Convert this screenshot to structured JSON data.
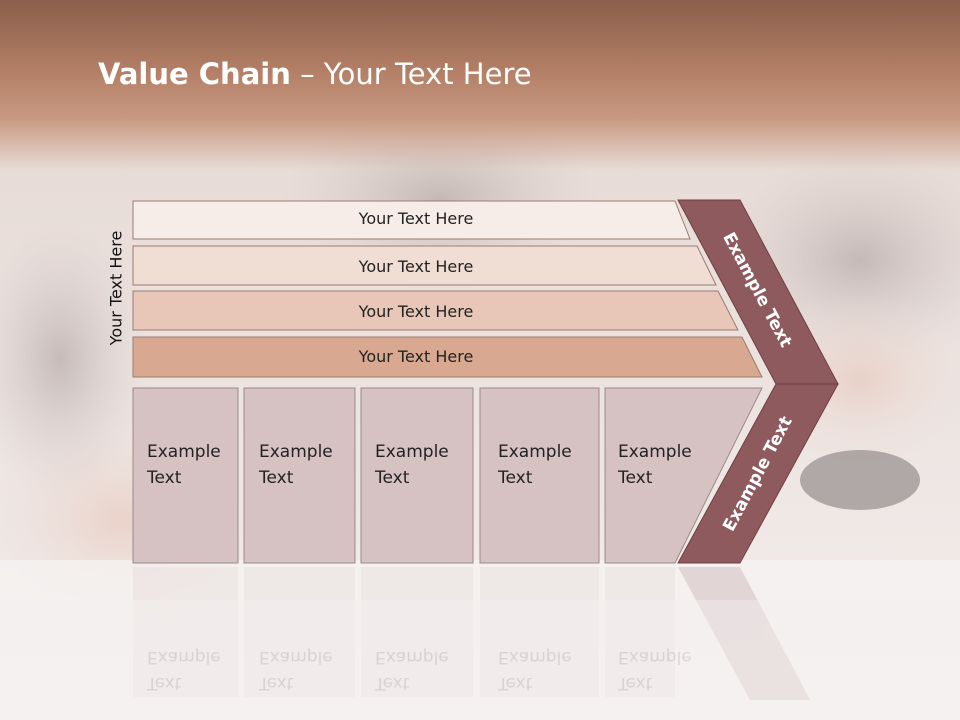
{
  "slide": {
    "title_bold": "Value Chain",
    "title_rest": " – Your Text Here",
    "vertical_label": "Your Text Here"
  },
  "bars": [
    {
      "label": "Your Text Here"
    },
    {
      "label": "Your Text Here"
    },
    {
      "label": "Your Text Here"
    },
    {
      "label": "Your Text Here"
    }
  ],
  "columns": [
    {
      "label": "Example\nText"
    },
    {
      "label": "Example\nText"
    },
    {
      "label": "Example\nText"
    },
    {
      "label": "Example\nText"
    },
    {
      "label": "Example\nText"
    }
  ],
  "chevron": {
    "upper_label": "Example Text",
    "lower_label": "Example Text"
  },
  "colors": {
    "title_band": "#b27d64",
    "bar1": "#f6ede9",
    "bar2": "#f0ddd3",
    "bar3": "#e8c7b8",
    "bar4": "#d8a990",
    "column_fill": "#d7c2c3",
    "chevron": "#8f5a5e"
  }
}
